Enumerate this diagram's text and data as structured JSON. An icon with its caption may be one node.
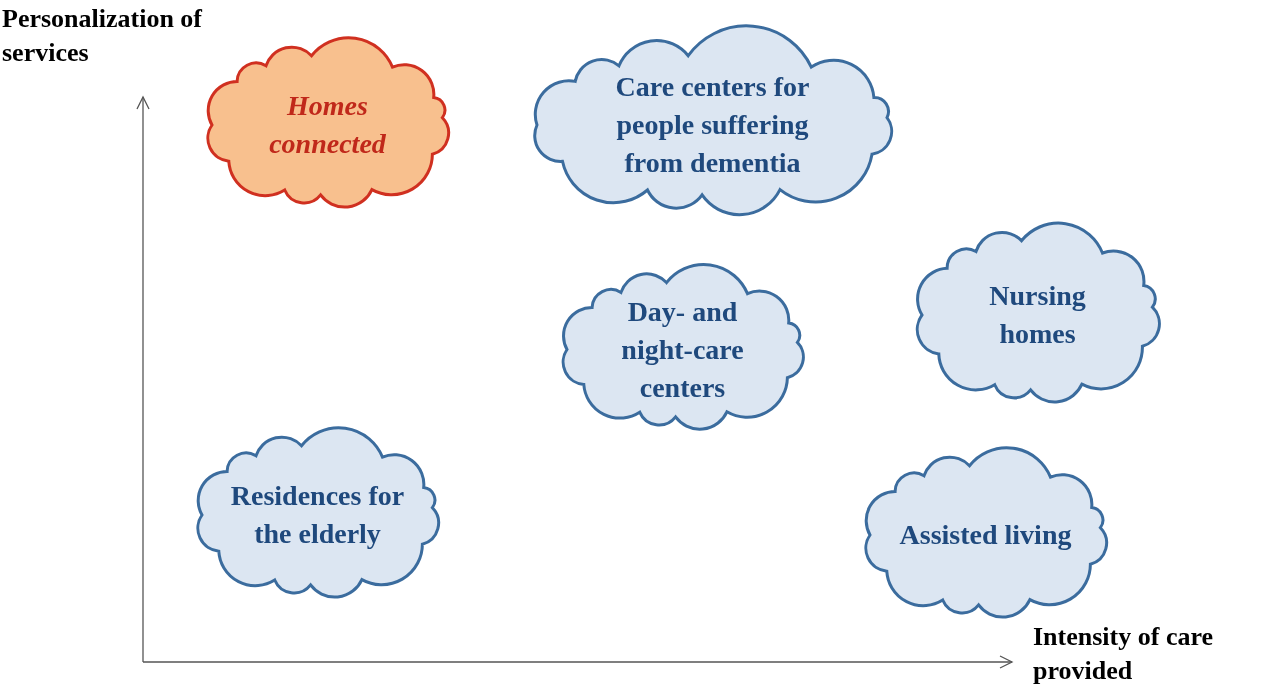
{
  "diagram": {
    "nodes": [
      {
        "text": [
          "Homes connected"
        ]
      },
      {
        "text": [
          "Care centers for people suffering from dementia"
        ]
      },
      {
        "text": [
          "Day- and night-care centers"
        ]
      },
      {
        "text": [
          "Nursing homes"
        ]
      },
      {
        "text": [
          "Residences for the elderly"
        ]
      },
      {
        "text": [
          "Assisted living"
        ]
      }
    ],
    "labels": [
      "Personalization of services",
      "Intensity of care provided"
    ]
  }
}
